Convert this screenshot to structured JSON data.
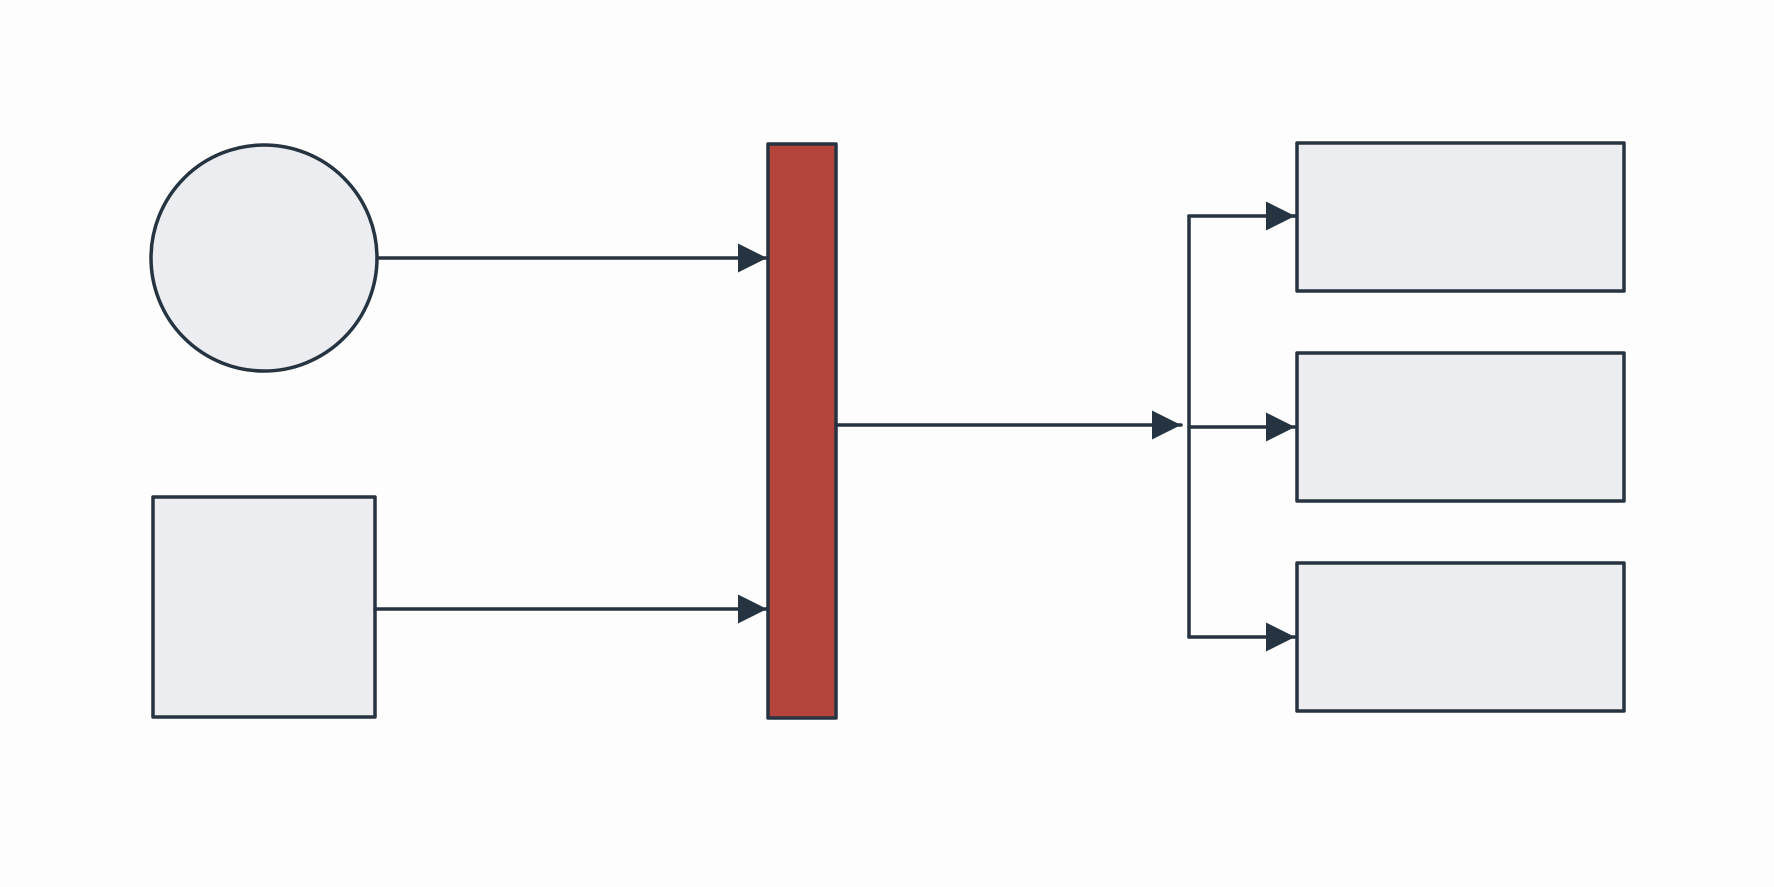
{
  "colors": {
    "background": "#fdfdfd",
    "node_fill": "#ecedf1",
    "outline": "#263340",
    "bar_fill": "#b5453c"
  },
  "nodes": {
    "source_circle": {
      "shape": "circle"
    },
    "source_square": {
      "shape": "square"
    },
    "central_bar": {
      "shape": "bar"
    },
    "output_boxes": [
      {
        "shape": "rectangle"
      },
      {
        "shape": "rectangle"
      },
      {
        "shape": "rectangle"
      }
    ]
  },
  "edges": [
    {
      "from": "source_circle",
      "to": "central_bar"
    },
    {
      "from": "source_square",
      "to": "central_bar"
    },
    {
      "from": "central_bar",
      "to": "branch_junction"
    },
    {
      "from": "branch_junction",
      "to": "output_box_1"
    },
    {
      "from": "branch_junction",
      "to": "output_box_2"
    },
    {
      "from": "branch_junction",
      "to": "output_box_3"
    }
  ]
}
